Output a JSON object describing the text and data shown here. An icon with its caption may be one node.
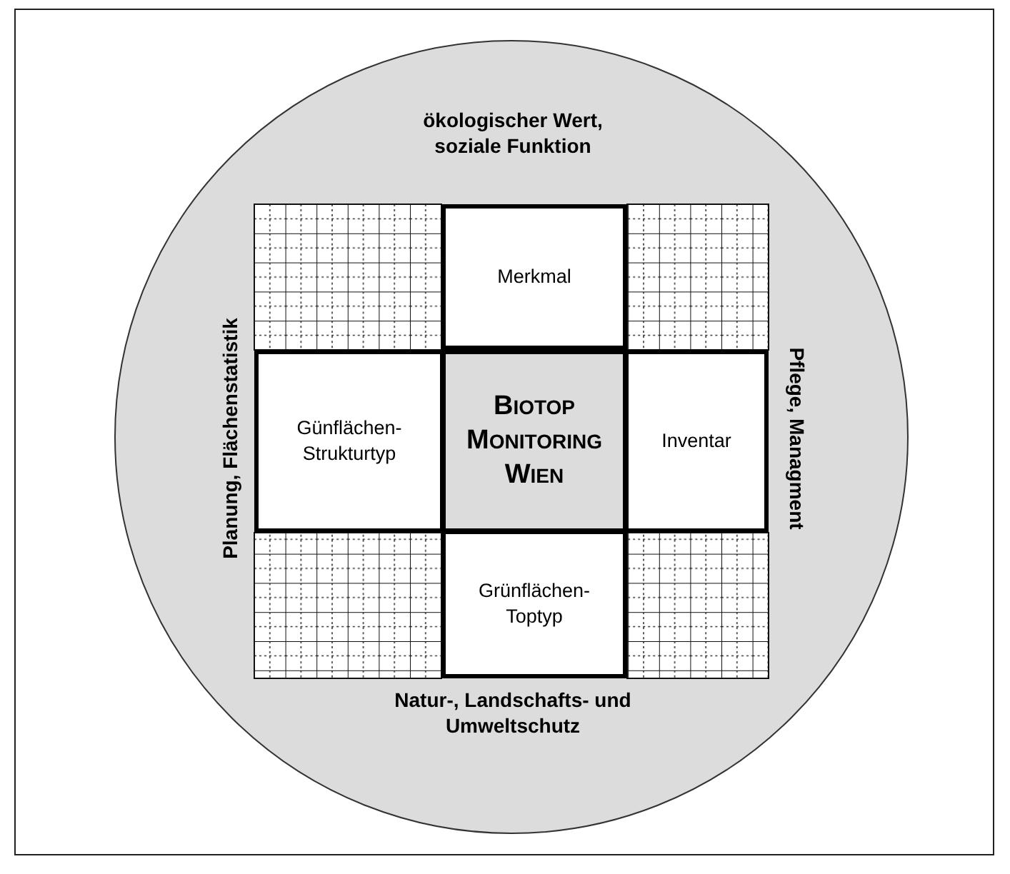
{
  "diagram": {
    "nodes": [
      {
        "text": [
          "ökologischer Wert, soziale Funktion",
          "Planung, Flächenstatistik",
          "Pflege, Managment",
          "Natur-, Landschafts- und Umweltschutz"
        ]
      },
      {
        "text": [
          "Merkmal"
        ],
        "in": 0
      },
      {
        "text": [
          "Günflächen-Strukturtyp"
        ],
        "in": 0
      },
      {
        "text": [
          "BIOTOP MONITORING WIEN"
        ],
        "in": 0
      },
      {
        "text": [
          "Inventar"
        ],
        "in": 0
      },
      {
        "text": [
          "Grünflächen-Toptyp"
        ],
        "in": 0
      }
    ],
    "edges": []
  }
}
